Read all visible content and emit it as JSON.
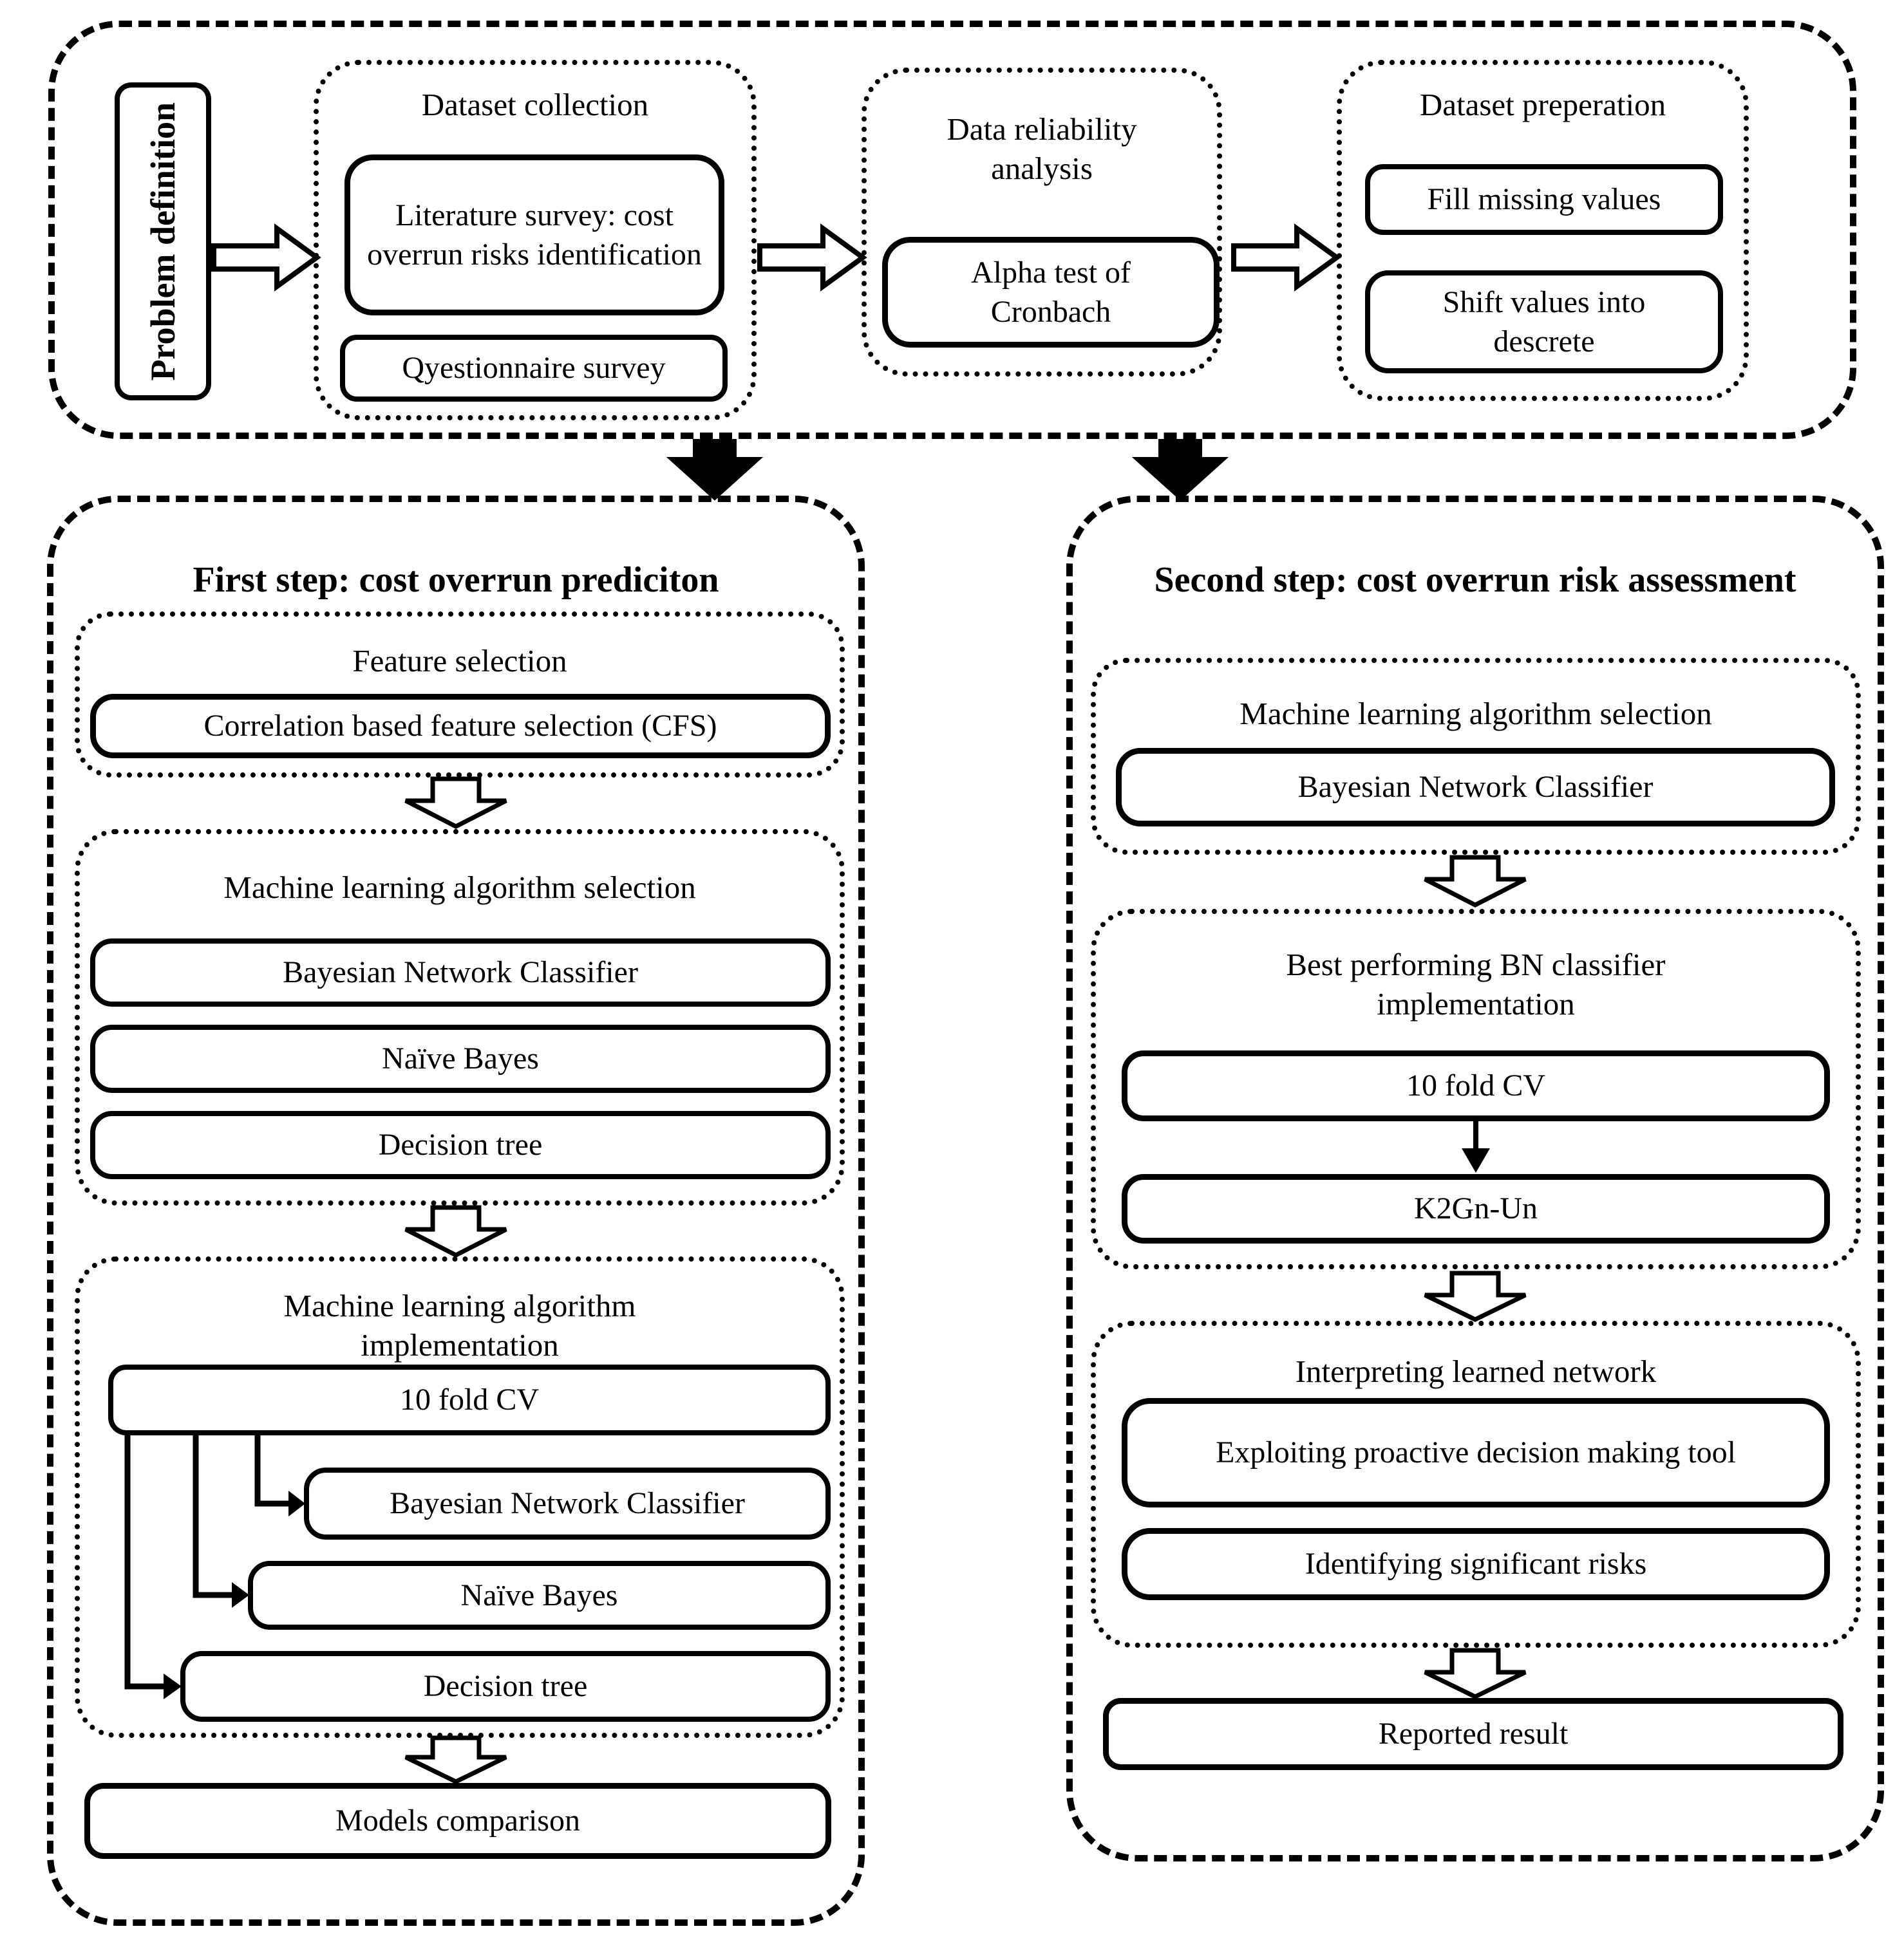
{
  "top_band": {
    "problem_definition": "Problem definition",
    "dataset_collection": {
      "title": "Dataset collection",
      "items": [
        "Literature survey: cost overrun risks identification",
        "Qyestionnaire survey"
      ]
    },
    "data_reliability": {
      "title": "Data reliability analysis",
      "items": [
        "Alpha test of Cronbach"
      ]
    },
    "dataset_preparation": {
      "title": "Dataset preperation",
      "items": [
        "Fill missing values",
        "Shift values into descrete"
      ]
    }
  },
  "first_step": {
    "title": "First step: cost overrun prediciton",
    "feature_selection": {
      "title": "Feature selection",
      "items": [
        "Correlation based feature selection (CFS)"
      ]
    },
    "algorithm_selection": {
      "title": "Machine learning algorithm selection",
      "items": [
        "Bayesian Network Classifier",
        "Naïve Bayes",
        "Decision tree"
      ]
    },
    "algorithm_implementation": {
      "title": "Machine learning algorithm implementation",
      "cv": "10 fold CV",
      "branches": [
        "Bayesian Network Classifier",
        "Naïve Bayes",
        "Decision tree"
      ]
    },
    "models_comparison": "Models comparison"
  },
  "second_step": {
    "title": "Second step: cost overrun risk assessment",
    "algorithm_selection": {
      "title": "Machine learning algorithm selection",
      "items": [
        "Bayesian Network Classifier"
      ]
    },
    "bn_implementation": {
      "title": "Best performing BN classifier implementation",
      "cv": "10 fold CV",
      "result": "K2Gn-Un"
    },
    "interpreting": {
      "title": "Interpreting learned network",
      "items": [
        "Exploiting proactive decision making tool",
        "Identifying significant risks"
      ]
    },
    "reported_result": "Reported result"
  },
  "colors": {
    "ink": "#000000",
    "paper": "#ffffff"
  }
}
